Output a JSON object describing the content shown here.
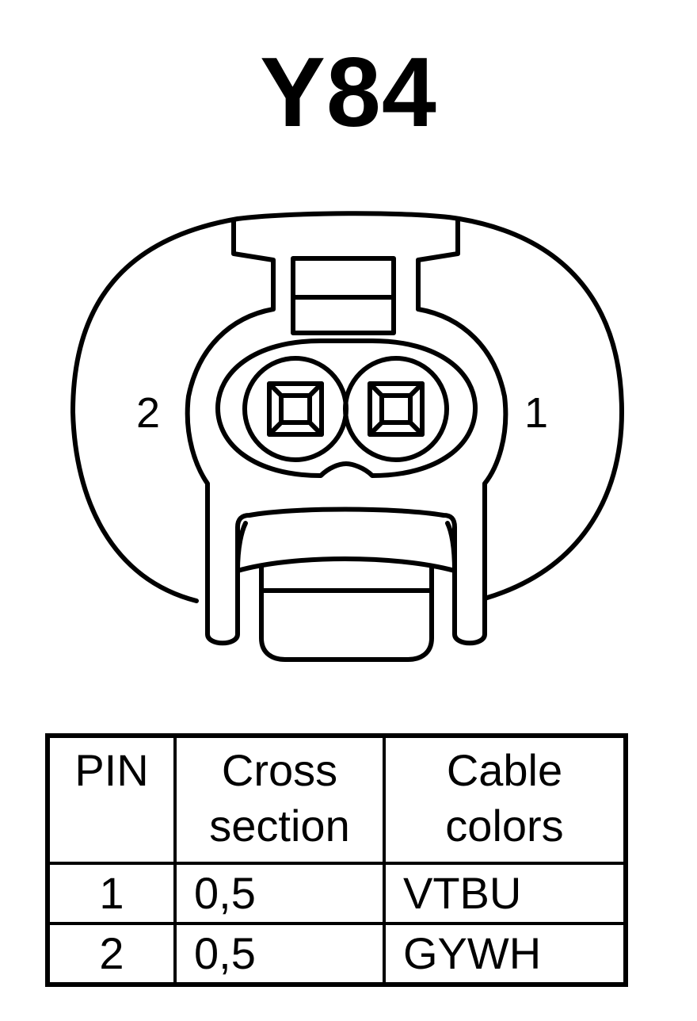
{
  "title": "Y84",
  "pin_labels": {
    "left": "2",
    "right": "1"
  },
  "table": {
    "headers": {
      "pin": "PIN",
      "cross_line1": "Cross",
      "cross_line2": "section",
      "color_line1": "Cable",
      "color_line2": "colors"
    },
    "rows": [
      {
        "pin": "1",
        "cross_section": "0,5",
        "color": "VTBU"
      },
      {
        "pin": "2",
        "cross_section": "0,5",
        "color": "GYWH"
      }
    ]
  },
  "colors": {
    "line": "#000000",
    "background": "#ffffff"
  }
}
